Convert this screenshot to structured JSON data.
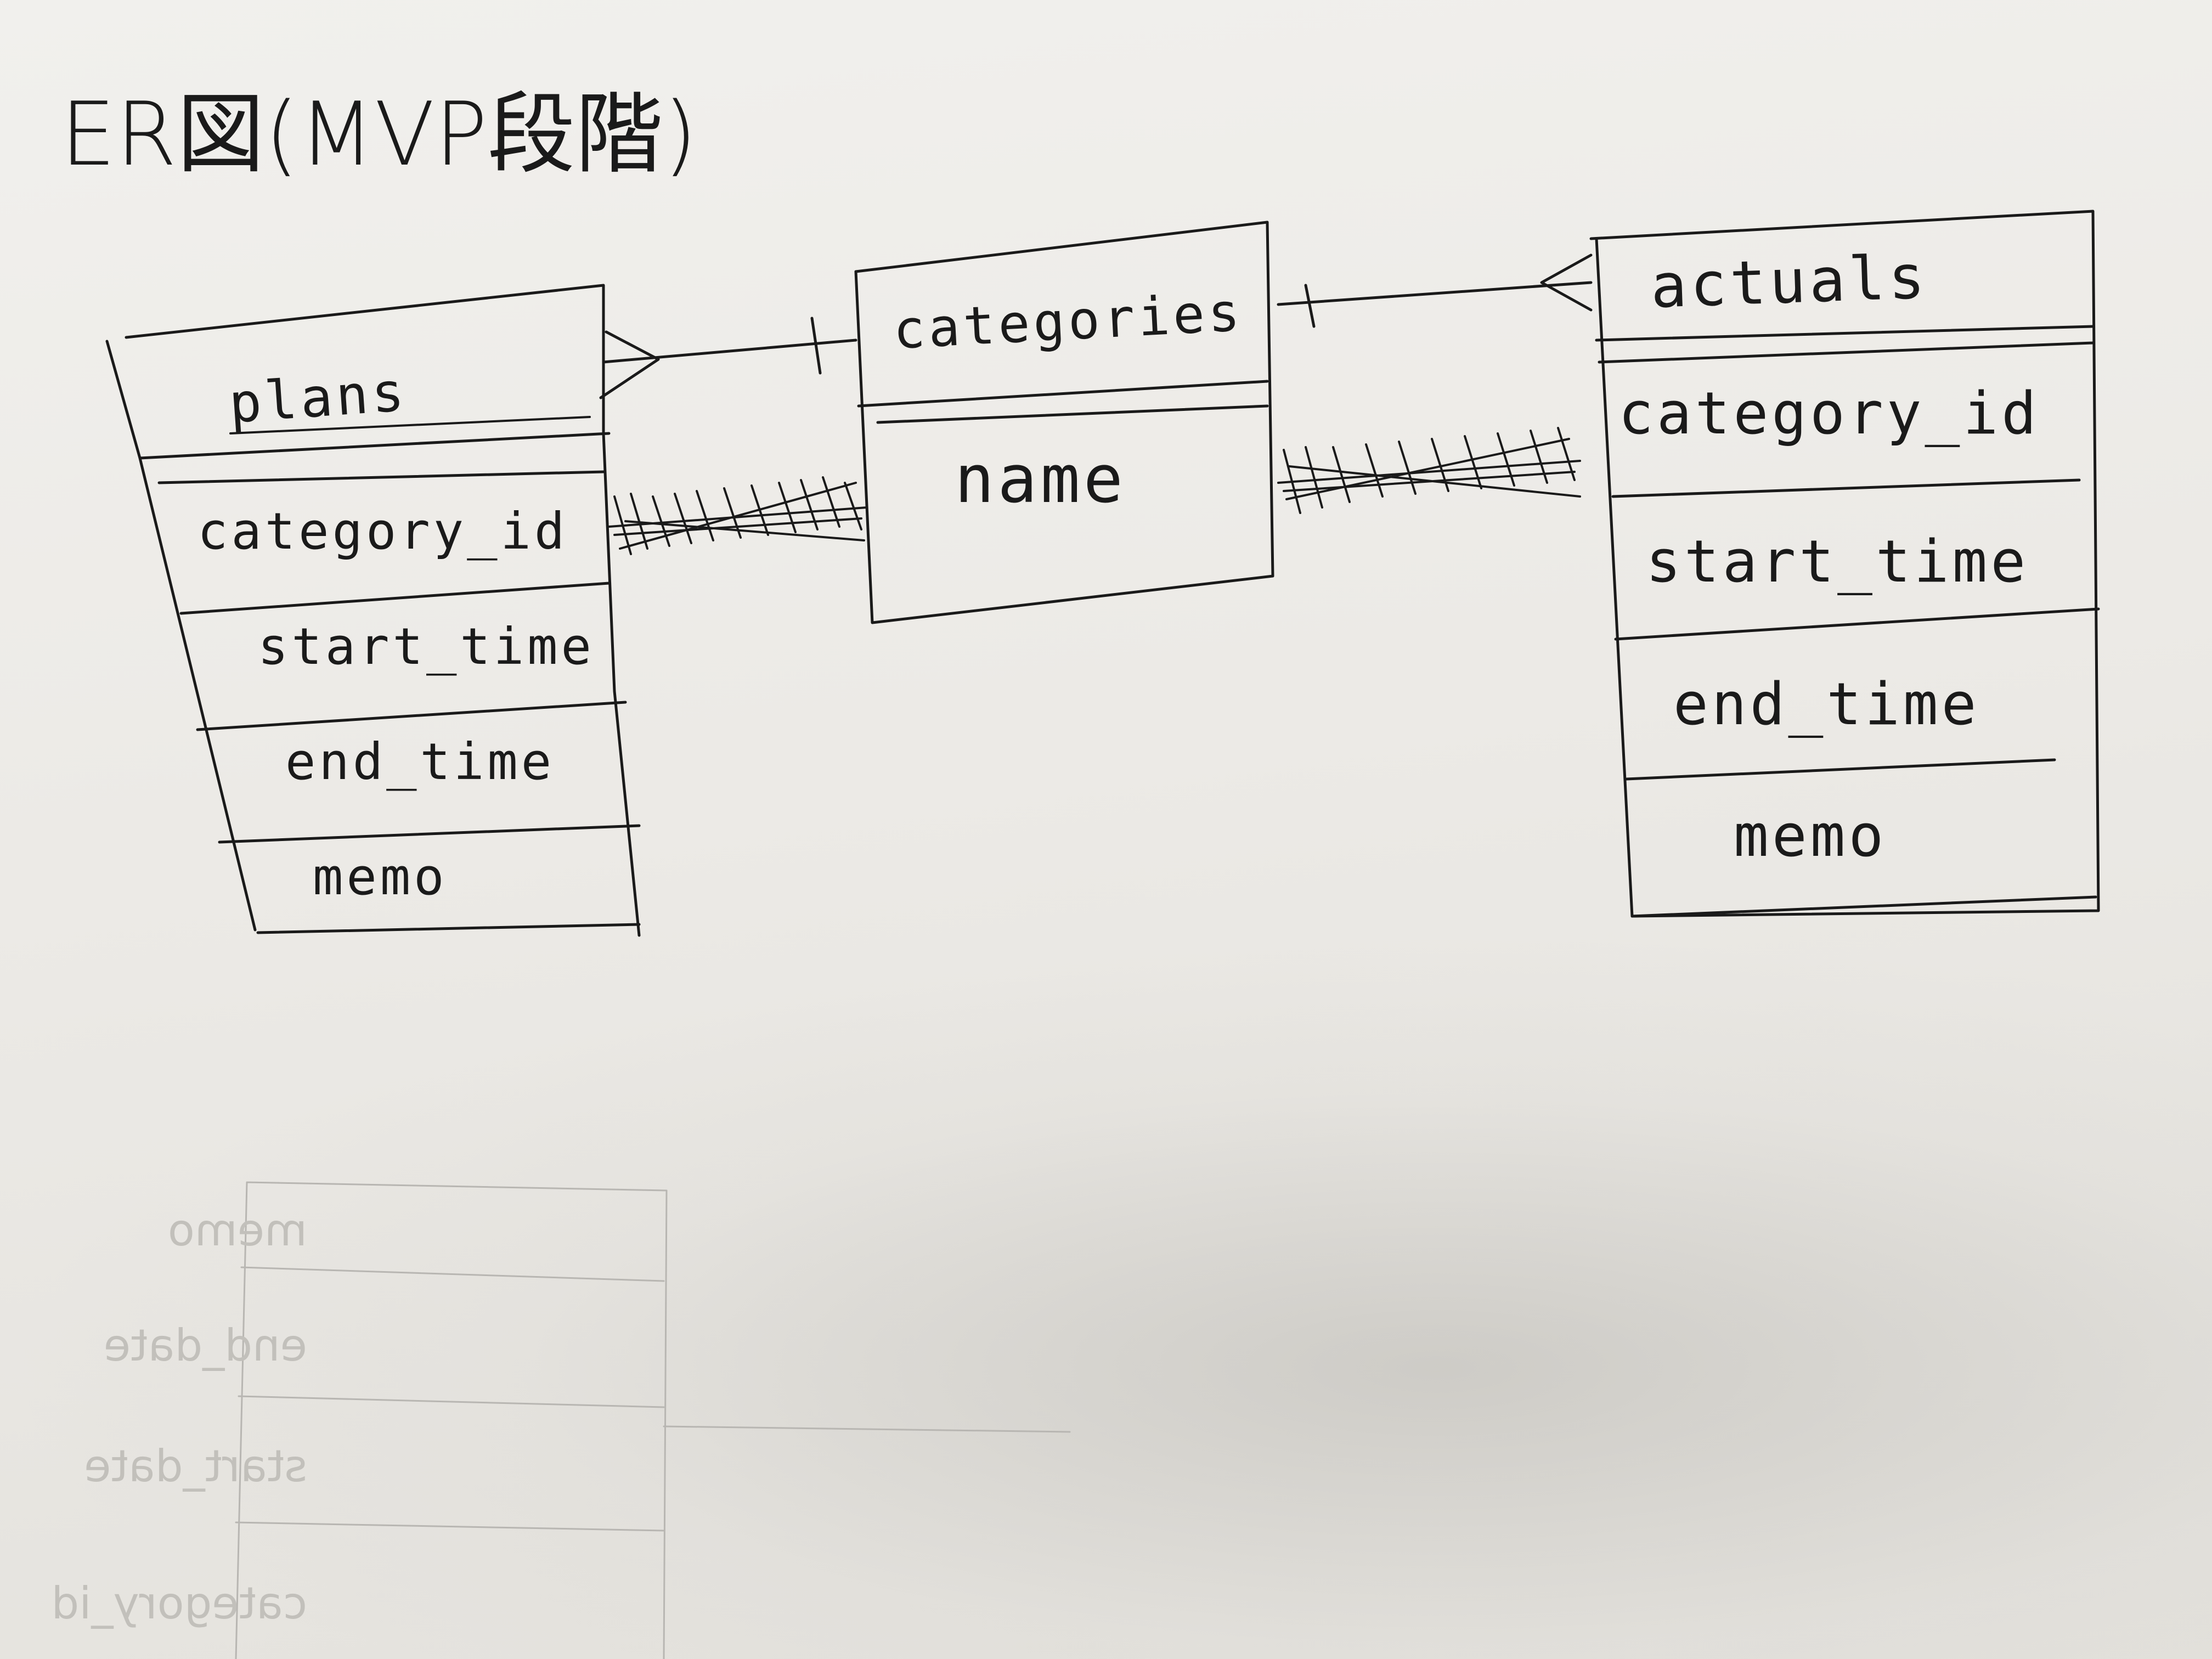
{
  "title": "ER図(MVP段階)",
  "entities": {
    "plans": {
      "name": "plans",
      "fields": [
        "category_id",
        "start_time",
        "end_time",
        "memo"
      ]
    },
    "categories": {
      "name": "categories",
      "fields": [
        "name"
      ]
    },
    "actuals": {
      "name": "actuals",
      "fields": [
        "category_id",
        "start_time",
        "end_time",
        "memo"
      ]
    }
  },
  "ghost_table": {
    "fields": [
      "memo",
      "end_date",
      "start_date",
      "category_id"
    ]
  }
}
